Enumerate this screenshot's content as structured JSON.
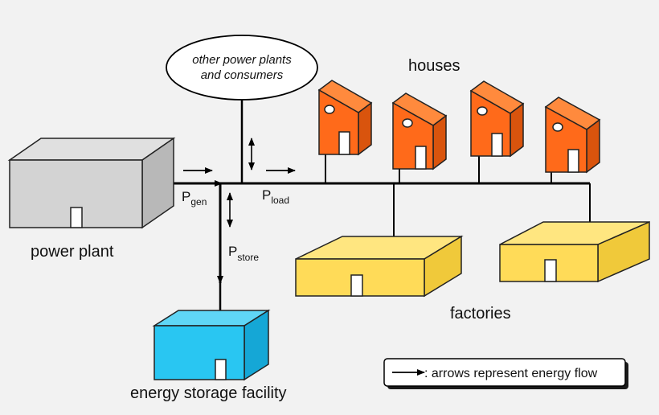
{
  "colors": {
    "background": "#f2f2f2",
    "power_plant": "#d3d3d3",
    "houses": "#ff6a1a",
    "factories": "#ffdb58",
    "storage": "#29c6f2",
    "lines": "#000000"
  },
  "labels": {
    "power_plant": "power plant",
    "houses": "houses",
    "factories": "factories",
    "storage": "energy storage facility",
    "other_line1": "other power plants",
    "other_line2": "and consumers"
  },
  "symbols": {
    "gen_base": "P",
    "gen_sub": "gen",
    "load_base": "P",
    "load_sub": "load",
    "store_base": "P",
    "store_sub": "store"
  },
  "legend": {
    "text": ": arrows represent energy flow"
  }
}
